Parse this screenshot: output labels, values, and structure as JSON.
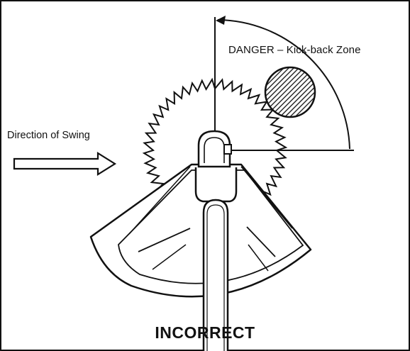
{
  "labels": {
    "danger_zone": "DANGER – Kick-back Zone",
    "direction": "Direction of Swing",
    "caption": "INCORRECT"
  },
  "icons": [
    "saw-blade-icon",
    "kickback-arc-icon",
    "kickback-hatched-circle-icon",
    "swing-arrow-icon",
    "blade-guard-icon",
    "shaft-icon"
  ],
  "colors": {
    "ink": "#111111",
    "background": "#ffffff"
  }
}
